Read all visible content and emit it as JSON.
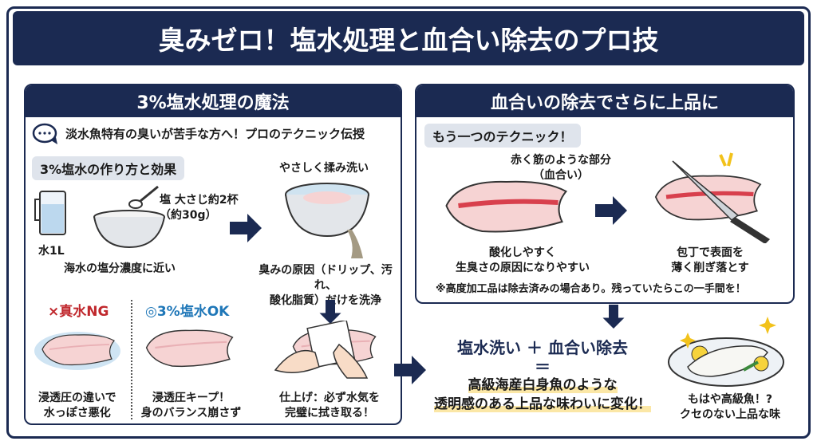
{
  "title": "臭みゼロ！塩水処理と血合い除去のプロ技",
  "left": {
    "header": "3%塩水処理の魔法",
    "intro": "淡水魚特有の臭いが苦手な方へ！プロのテクニック伝授",
    "tag": "3%塩水の作り方と効果",
    "water": "水1L",
    "salt": "塩 大さじ約2杯",
    "salt_amount": "（約30g）",
    "sea": "海水の塩分濃度に近い",
    "wash_title": "やさしく揉み洗い",
    "wash_desc": [
      "臭みの原因（ドリップ、汚れ、",
      "酸化脂質）だけを洗浄"
    ],
    "ng_title": "×真水NG",
    "ng_desc": [
      "浸透圧の違いで",
      "水っぽさ悪化"
    ],
    "ok_title": "◎3%塩水OK",
    "ok_desc": [
      "浸透圧キープ！",
      "身のバランス崩さず"
    ],
    "finish_desc": [
      "仕上げ：必ず水気を",
      "完璧に拭き取る！"
    ]
  },
  "right": {
    "header": "血合いの除去でさらに上品に",
    "tag": "もう一つのテクニック！",
    "callout": [
      "赤く筋のような部分",
      "（血合い）"
    ],
    "cause": [
      "酸化しやすく",
      "生臭さの原因になりやすい"
    ],
    "knife": [
      "包丁で表面を",
      "薄く削ぎ落とす"
    ],
    "note": "※高度加工品は除去済みの場合あり。残っていたらこの一手間を！"
  },
  "result": {
    "formula": "塩水洗い ＋ 血合い除去",
    "equals": "＝",
    "line1": "高級海産白身魚のような",
    "line2": "透明感のある上品な味わいに変化！",
    "plate": [
      "もはや高級魚！?",
      "クセのない上品な味"
    ]
  },
  "colors": {
    "navy": "#1b2a52",
    "ng": "#c0282d",
    "ok": "#1f77b8",
    "highlight": "#fbe7a6"
  }
}
